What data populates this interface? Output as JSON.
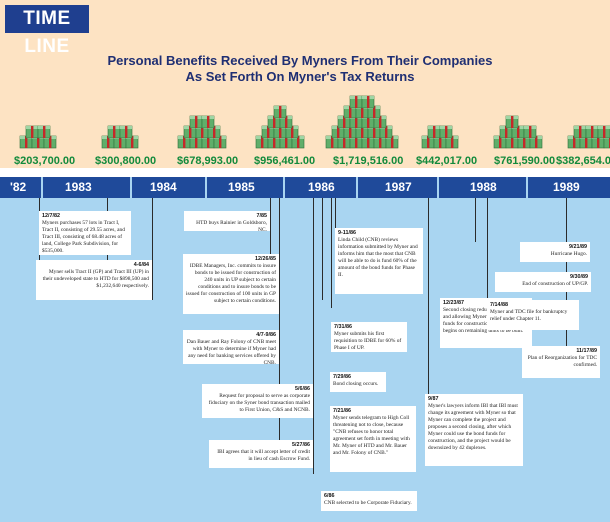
{
  "header": {
    "tag": "TIME LINE"
  },
  "title": {
    "line1": "Personal Benefits Received By Myners From Their Companies",
    "line2": "As Set Forth On Myner's Tax Returns"
  },
  "money_icon": "stack-of-banded-cash-icon",
  "benefits": [
    {
      "amount": "$203,700.00"
    },
    {
      "amount": "$300,800.00"
    },
    {
      "amount": "$678,993.00"
    },
    {
      "amount": "$956,461.00"
    },
    {
      "amount": "$1,719,516.00"
    },
    {
      "amount": "$442,017.00"
    },
    {
      "amount": "$761,590.00"
    },
    {
      "amount": "$382,654.0"
    }
  ],
  "years": [
    "'82",
    "1983",
    "1984",
    "1985",
    "1986",
    "1987",
    "1988",
    "1989"
  ],
  "events": [
    {
      "date": "12/7/82",
      "text": "Myners purchases 57 lots in Tract I, Tract II, consisting of 29.55 acres, and Tract III, consisting of 68.48 acres of land, College Park Subdivision, for $535,000."
    },
    {
      "date": "4-6/84",
      "text": "Myner sells Tract II (GP) and Tract III (UP) in their undeveloped state to HTD for $898,500 and $1,232,640 respectively."
    },
    {
      "date": "7/85",
      "text": "HTD buys Rainier in Goldsboro, NC."
    },
    {
      "date": "12/26/85",
      "text": "IDBE Managers, Inc. commits to insure bonds to be issued for construction of 240 units in UP subject to certain conditions and to insure bonds to be issued for construction of 100 units in GP subject to certain conditions."
    },
    {
      "date": "4/7-9/86",
      "text": "Dan Bauer and Ray Folony of CNB meet with Myner to determine if Myner had any need for banking services offered by CNB."
    },
    {
      "date": "5/6/86",
      "text": "Request for proposal to serve as corporate fiduciary on the Syner bond transaction mailed to First Union, C&S and NCNB."
    },
    {
      "date": "5/27/86",
      "text": "IBI agrees that it will accept letter of credit in lieu of cash Escrow Fund."
    },
    {
      "date": "6/86",
      "text": "CNB selected to be Corporate Fiduciary."
    },
    {
      "date": "9-11/86",
      "text": "Linda Child (CNB) reviews information submitted by Myner and informs him that the most that CNB will be able to do is fund 60% of the amount of the bond funds for Phase II."
    },
    {
      "date": "7/31/86",
      "text": "Myner submits his first requisition to IDBE for 60% of Phase I of UP."
    },
    {
      "date": "7/29/86",
      "text": "Bond closing occurs."
    },
    {
      "date": "7/21/86",
      "text": "Myner sends telegram to High Coll threatening not to close, because \"CNB refuses to honor total agreement set forth in meeting with Mr. Myner of HTD and Mr. Bauer and Mr. Folony of CNB.\""
    },
    {
      "date": "12/23/87",
      "text": "Second closing reducing size of project and allowing Myner to access bond funds for construction. Construction begins on remaining units to be built."
    },
    {
      "date": "9/87",
      "text": "Myner's lawyers inform IBI that IBI must change its agreement with Myner so that Myner can complete the project and proposes a second closing, after which Myner could use the bond funds for construction, and the project would be downsized by 42 duplexes."
    },
    {
      "date": "7/14/88",
      "text": "Myner and TDC file for bankruptcy relief under Chapter 11."
    },
    {
      "date": "9/21/89",
      "text": "Hurricane Hugo."
    },
    {
      "date": "9/30/89",
      "text": "End of construction of UP/GP."
    },
    {
      "date": "11/17/89",
      "text": "Plan of Reorganization for TDC confirmed."
    }
  ]
}
